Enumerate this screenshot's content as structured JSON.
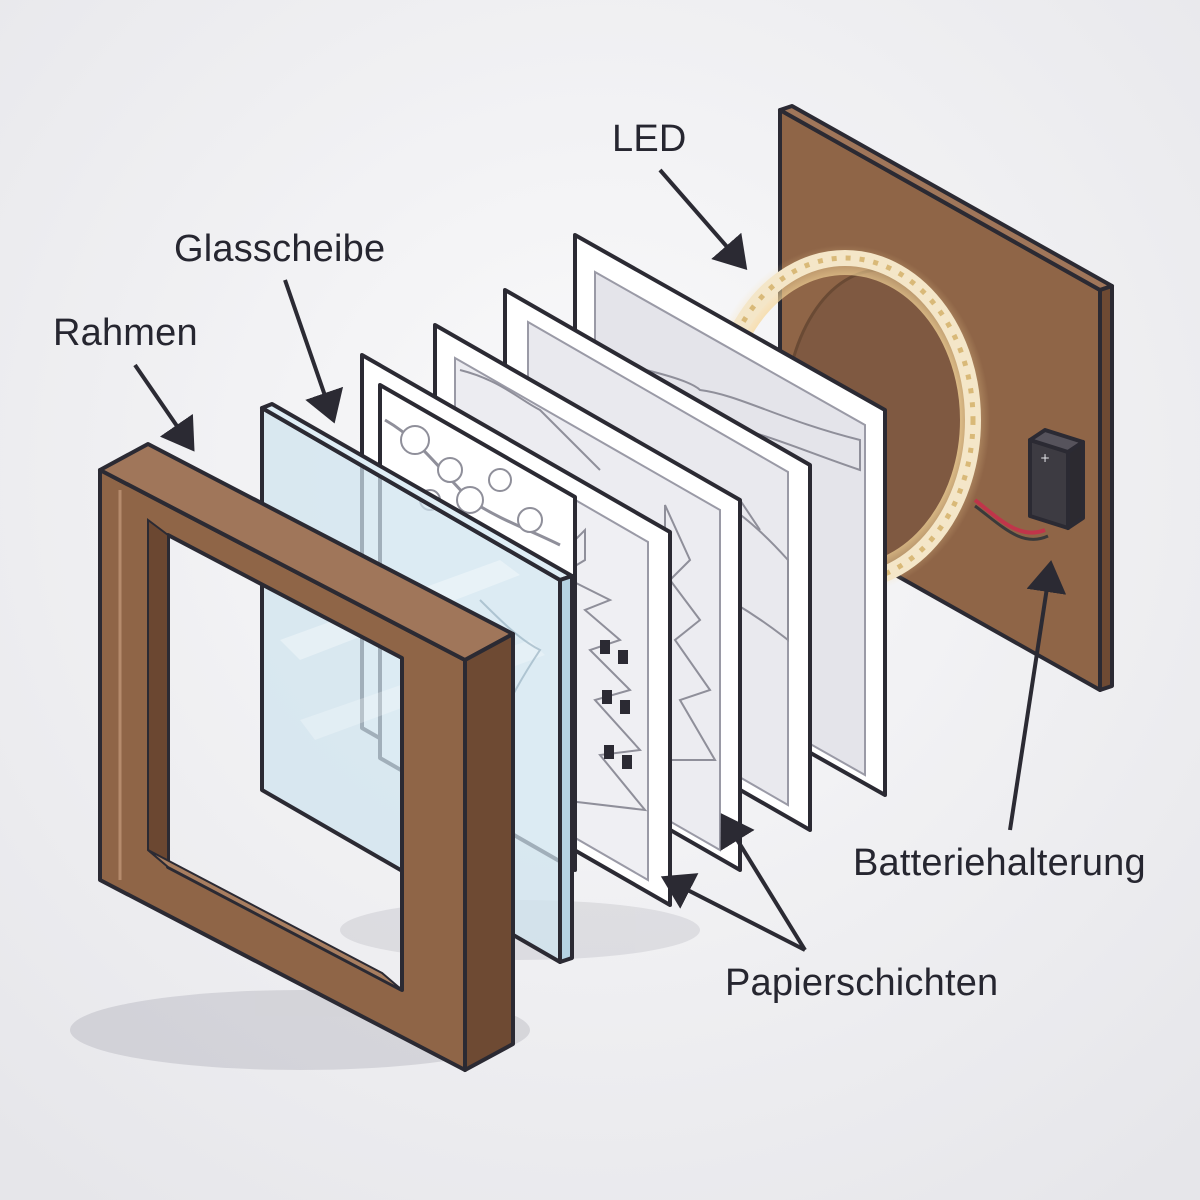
{
  "labels": {
    "led": "LED",
    "glass": "Glasscheibe",
    "frame": "Rahmen",
    "battery": "Batteriehalterung",
    "paper": "Papierschichten"
  },
  "colors": {
    "background": "#f2f2f4",
    "wood": "#8f6547",
    "wood_light": "#a0765a",
    "wood_dark": "#6e4a33",
    "glass": "#cfe3ef",
    "paper": "#ffffff",
    "paper_shade": "#dcdce2",
    "outline": "#2b2a33",
    "led_glow": "#f6dba4"
  },
  "icons": {
    "arrow": "arrow-icon",
    "battery": "battery-box-icon",
    "led": "led-ring-icon"
  }
}
